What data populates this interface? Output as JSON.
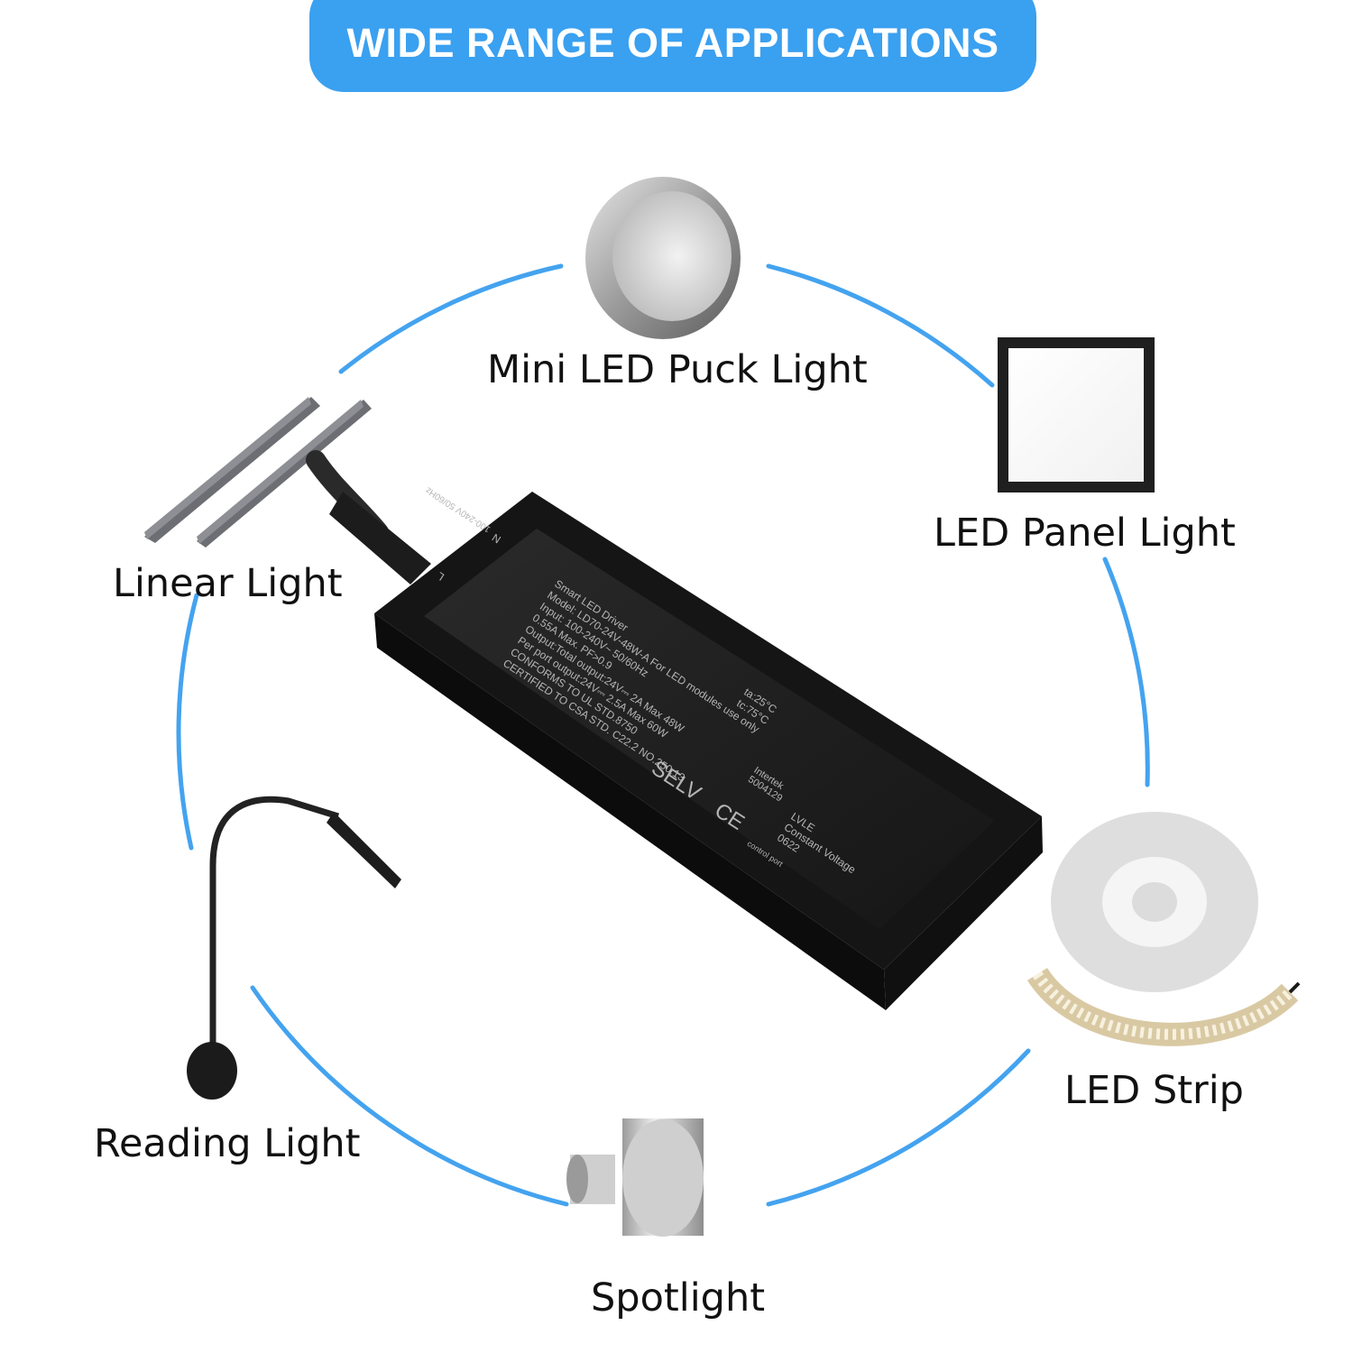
{
  "banner": {
    "title": "WIDE RANGE OF APPLICATIONS",
    "color": "#3aa0f0"
  },
  "ring_color": "#44a3ef",
  "applications": [
    {
      "label": "Mini LED Puck Light",
      "icon": "puck-light-icon"
    },
    {
      "label": "LED Panel Light",
      "icon": "panel-light-icon"
    },
    {
      "label": "Linear Light",
      "icon": "linear-light-icon"
    },
    {
      "label": "LED Strip",
      "icon": "led-strip-icon"
    },
    {
      "label": "Reading Light",
      "icon": "reading-light-icon"
    },
    {
      "label": "Spotlight",
      "icon": "spotlight-icon"
    }
  ],
  "driver": {
    "title": "Smart LED Driver",
    "model": "Model: LD70-24V-48W-A For LED modules use only",
    "input": "Input: 100-240V~  50/60Hz",
    "current": "0.55A Max.  PF>0.9",
    "output_total": "Output:Total output:24V⎓ 2A  Max 48W",
    "output_port": "Per port output:24V⎓ 2.5A  Max 60W",
    "ul": "CONFORMS TO UL STD.8750",
    "csa": "CERTIFIED TO CSA STD. C22.2 NO.250.13",
    "ta": "ta:25°C",
    "tc": "tc:75°C",
    "intertek": "Intertek 5004129",
    "selv": "SELV",
    "ce": "CE",
    "lvle": "LVLE",
    "constant_voltage": "Constant Voltage",
    "code": "0622",
    "control_port": "control port",
    "input_label": "100-240V 50/60Hz",
    "n": "N",
    "l": "L"
  }
}
